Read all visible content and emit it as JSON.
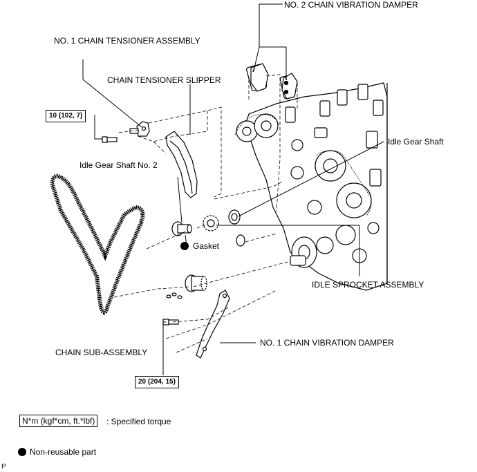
{
  "labels": {
    "no2_damper": "NO. 2 CHAIN VIBRATION DAMPER",
    "no1_tensioner": "NO. 1 CHAIN TENSIONER ASSEMBLY",
    "tensioner_slipper": "CHAIN TENSIONER SLIPPER",
    "idle_gear_shaft": "Idle Gear Shaft",
    "idle_gear_shaft_no2": "Idle Gear Shaft No. 2",
    "gasket": "Gasket",
    "idle_sprocket": "IDLE SPROCKET ASSEMBLY",
    "no1_damper": "NO. 1 CHAIN VIBRATION DAMPER",
    "chain_sub": "CHAIN SUB-ASSEMBLY"
  },
  "torques": {
    "tensioner_bolt": "10 (102, 7)",
    "damper_bolt": "20 (204, 15)"
  },
  "legend": {
    "torque_unit": "N*m (kgf*cm, ft.*lbf)",
    "torque_desc": ": Specified torque",
    "nonreusable": "Non-reusable part"
  },
  "corner_mark": "P"
}
